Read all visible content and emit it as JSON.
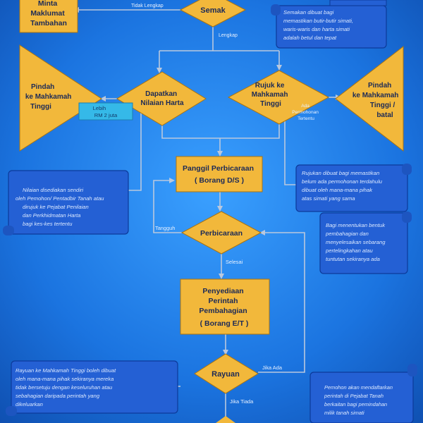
{
  "nodes": {
    "minta": [
      "Minta",
      "Maklumat",
      "Tambahan"
    ],
    "semak": "Semak",
    "pindah_left": [
      "Pindah",
      "ke Mahkamah",
      "Tinggi"
    ],
    "dapatkan": [
      "Dapatkan",
      "Nilaian Harta"
    ],
    "lebih": [
      "Lebih",
      "RM 2 juta"
    ],
    "rujuk": [
      "Rujuk ke",
      "Mahkamah",
      "Tinggi"
    ],
    "pindah_right": [
      "Pindah",
      "ke Mahkamah",
      "Tinggi /",
      "batal"
    ],
    "panggil": [
      "Panggil Perbicaraan",
      "( Borang D/S )"
    ],
    "perbicaraan": "Perbicaraan",
    "penyediaan": [
      "Penyediaan",
      "Perintah",
      "Pembahagian",
      "( Borang E/T )"
    ],
    "rayuan": "Rayuan"
  },
  "connectors": {
    "tidak_lengkap": "Tidak Lengkap",
    "lengkap": "Lengkap",
    "ada_permohonan": [
      "Ada",
      "Permohonan",
      "Tertentu"
    ],
    "tangguh": "Tangguh",
    "selesai": "Selesai",
    "jika_ada": "Jika Ada",
    "jika_tiada": "Jika Tiada"
  },
  "notes": {
    "semakan": [
      "Semakan dibuat bagi",
      "memastikan butir-butir simati,",
      "waris-waris dan harta simati",
      "adalah betul dan tepat"
    ],
    "nilaian": [
      "Nilaian disediakan sendiri",
      "oleh Pemohon/ Pentadbir Tanah atau",
      "dirujuk ke Pejabat Penilaian",
      "dan Perkhidmatan Harta",
      "bagi kes-kes tertentu"
    ],
    "rujukan": [
      "Rujukan dibuat bagi memastikan",
      "belum ada permohonan terdahulu",
      "dibuat oleh mana-mana pihak",
      "atas simati yang sama"
    ],
    "bagi": [
      "Bagi menentukan bentuk",
      "pembahagian dan",
      "menyelesaikan sebarang",
      "pertelingkahan atau",
      "tuntutan sekiranya ada"
    ],
    "rayuan_note": [
      "Rayuan ke Mahkamah Tinggi boleh dibuat",
      "oleh mana-mana pihak sekiranya mereka",
      "tidak bersetuju dengan keseluruhan atau",
      "sebahagian daripada perintah yang",
      "dikeluarkan"
    ],
    "pemohon": [
      "Pemohon akan mendaftarkan",
      "perintah di Pejabat Tanah",
      "berkaitan bagi pemindahan",
      "milik tanah simati"
    ]
  },
  "colors": {
    "background": "#1a6fd6",
    "shape_fill": "#f2b83b",
    "note_fill": "#2460d4",
    "lebih_fill": "#35b9e8",
    "line": "#b9c8de"
  }
}
